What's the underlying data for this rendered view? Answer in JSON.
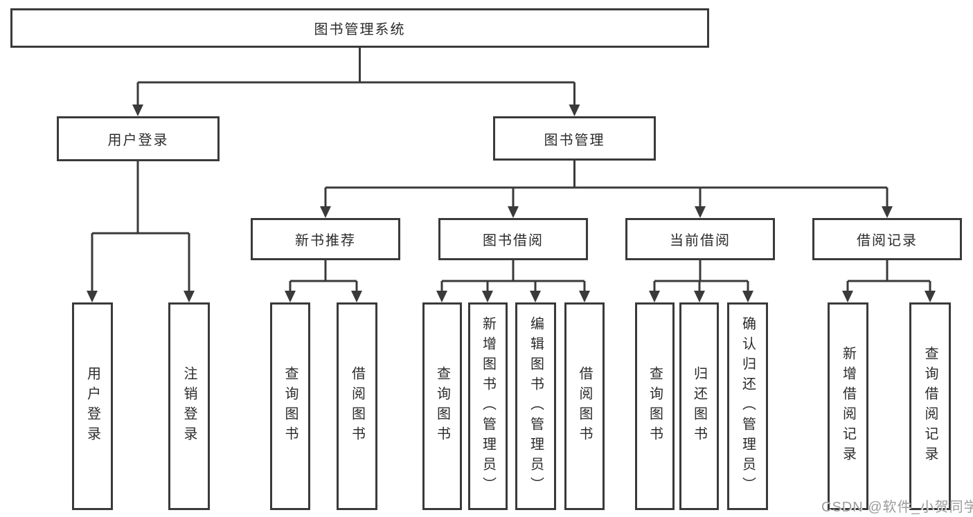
{
  "diagram": {
    "root": {
      "label": "图书管理系统"
    },
    "branches": [
      {
        "label": "用户登录",
        "children": [
          {
            "label": "用户登录"
          },
          {
            "label": "注销登录"
          }
        ]
      },
      {
        "label": "图书管理",
        "children": [
          {
            "label": "新书推荐",
            "children": [
              {
                "label": "查询图书"
              },
              {
                "label": "借阅图书"
              }
            ]
          },
          {
            "label": "图书借阅",
            "children": [
              {
                "label": "查询图书"
              },
              {
                "label": "新增图书（管理员）"
              },
              {
                "label": "编辑图书（管理员）"
              },
              {
                "label": "借阅图书"
              }
            ]
          },
          {
            "label": "当前借阅",
            "children": [
              {
                "label": "查询图书"
              },
              {
                "label": "归还图书"
              },
              {
                "label": "确认归还（管理员）"
              }
            ]
          },
          {
            "label": "借阅记录",
            "children": [
              {
                "label": "新增借阅记录"
              },
              {
                "label": "查询借阅记录"
              }
            ]
          }
        ]
      }
    ]
  },
  "watermark": {
    "text": "CSDN @软件_小贺同学"
  },
  "colors": {
    "line": "#3a3a3a",
    "text": "#2b2b2b",
    "watermark": "#9b9b9b",
    "background": "#ffffff"
  }
}
